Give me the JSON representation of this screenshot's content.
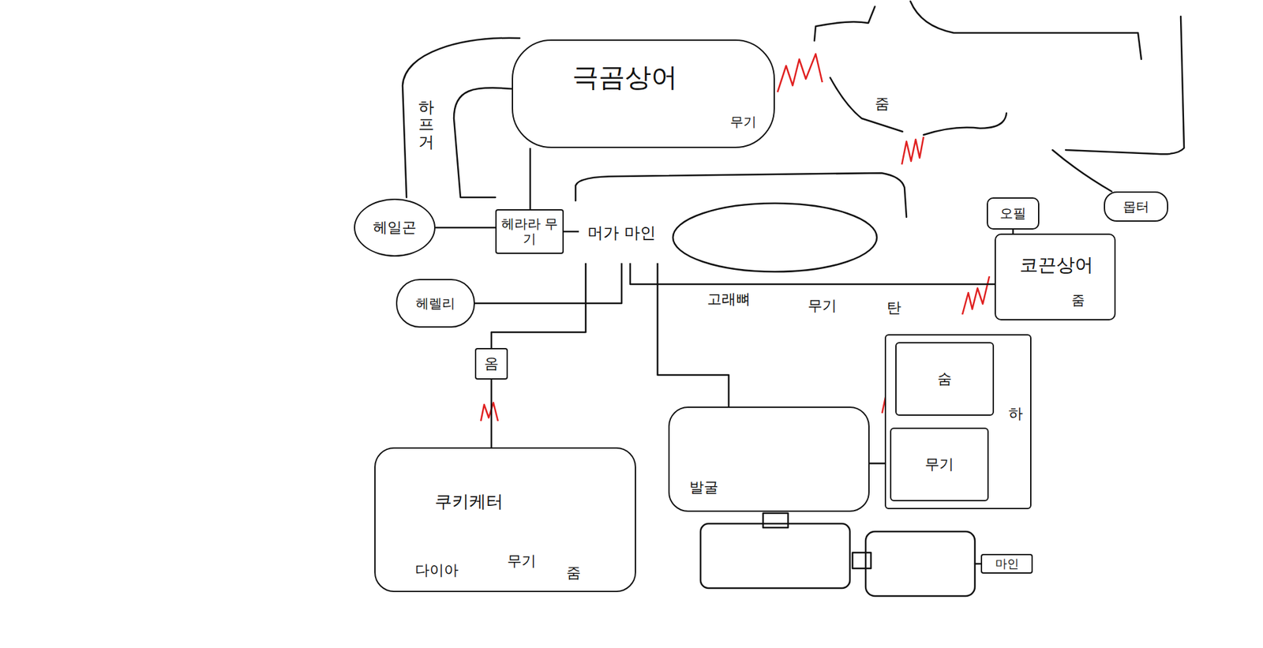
{
  "diagram": {
    "nodes": [
      {
        "text": [
          "극곰상어",
          "무기"
        ]
      },
      {
        "text": [
          "헤일곤"
        ]
      },
      {
        "text": [
          "헤라라 무기"
        ]
      },
      {
        "text": [
          "머가 마인"
        ]
      },
      {
        "text": [
          "헤렐리"
        ]
      },
      {
        "text": [
          "옴"
        ]
      },
      {
        "text": [
          "쿠키케터",
          "다이아",
          "무기",
          "줌"
        ]
      },
      {
        "text": [
          "발굴"
        ]
      },
      {
        "text": [
          "하"
        ]
      },
      {
        "text": [
          "숨"
        ],
        "in": 8
      },
      {
        "text": [
          "무기"
        ],
        "in": 8
      },
      {
        "text": [
          "오필"
        ]
      },
      {
        "text": [
          "코끈상어",
          "줌"
        ]
      },
      {
        "text": [
          "몹터"
        ]
      },
      {
        "text": [
          "마인"
        ]
      }
    ],
    "edges": [
      {
        "from": 0,
        "to": 2,
        "arrow": "none"
      },
      {
        "from": 1,
        "to": 2,
        "arrow": "none"
      },
      {
        "from": 2,
        "to": 3,
        "arrow": "none"
      },
      {
        "from": 4,
        "to": 3,
        "arrow": "none"
      },
      {
        "from": 3,
        "to": 5,
        "arrow": "none"
      },
      {
        "from": 5,
        "to": 6,
        "arrow": "none"
      },
      {
        "from": 3,
        "to": 7,
        "arrow": "none"
      },
      {
        "from": 3,
        "to": 12,
        "arrow": "none"
      },
      {
        "from": 11,
        "to": 12,
        "arrow": "none"
      },
      {
        "from": 7,
        "to": 10,
        "arrow": "none"
      }
    ],
    "labels": [
      "하프거",
      "줌",
      "고래뼈",
      "무기",
      "탄"
    ]
  }
}
